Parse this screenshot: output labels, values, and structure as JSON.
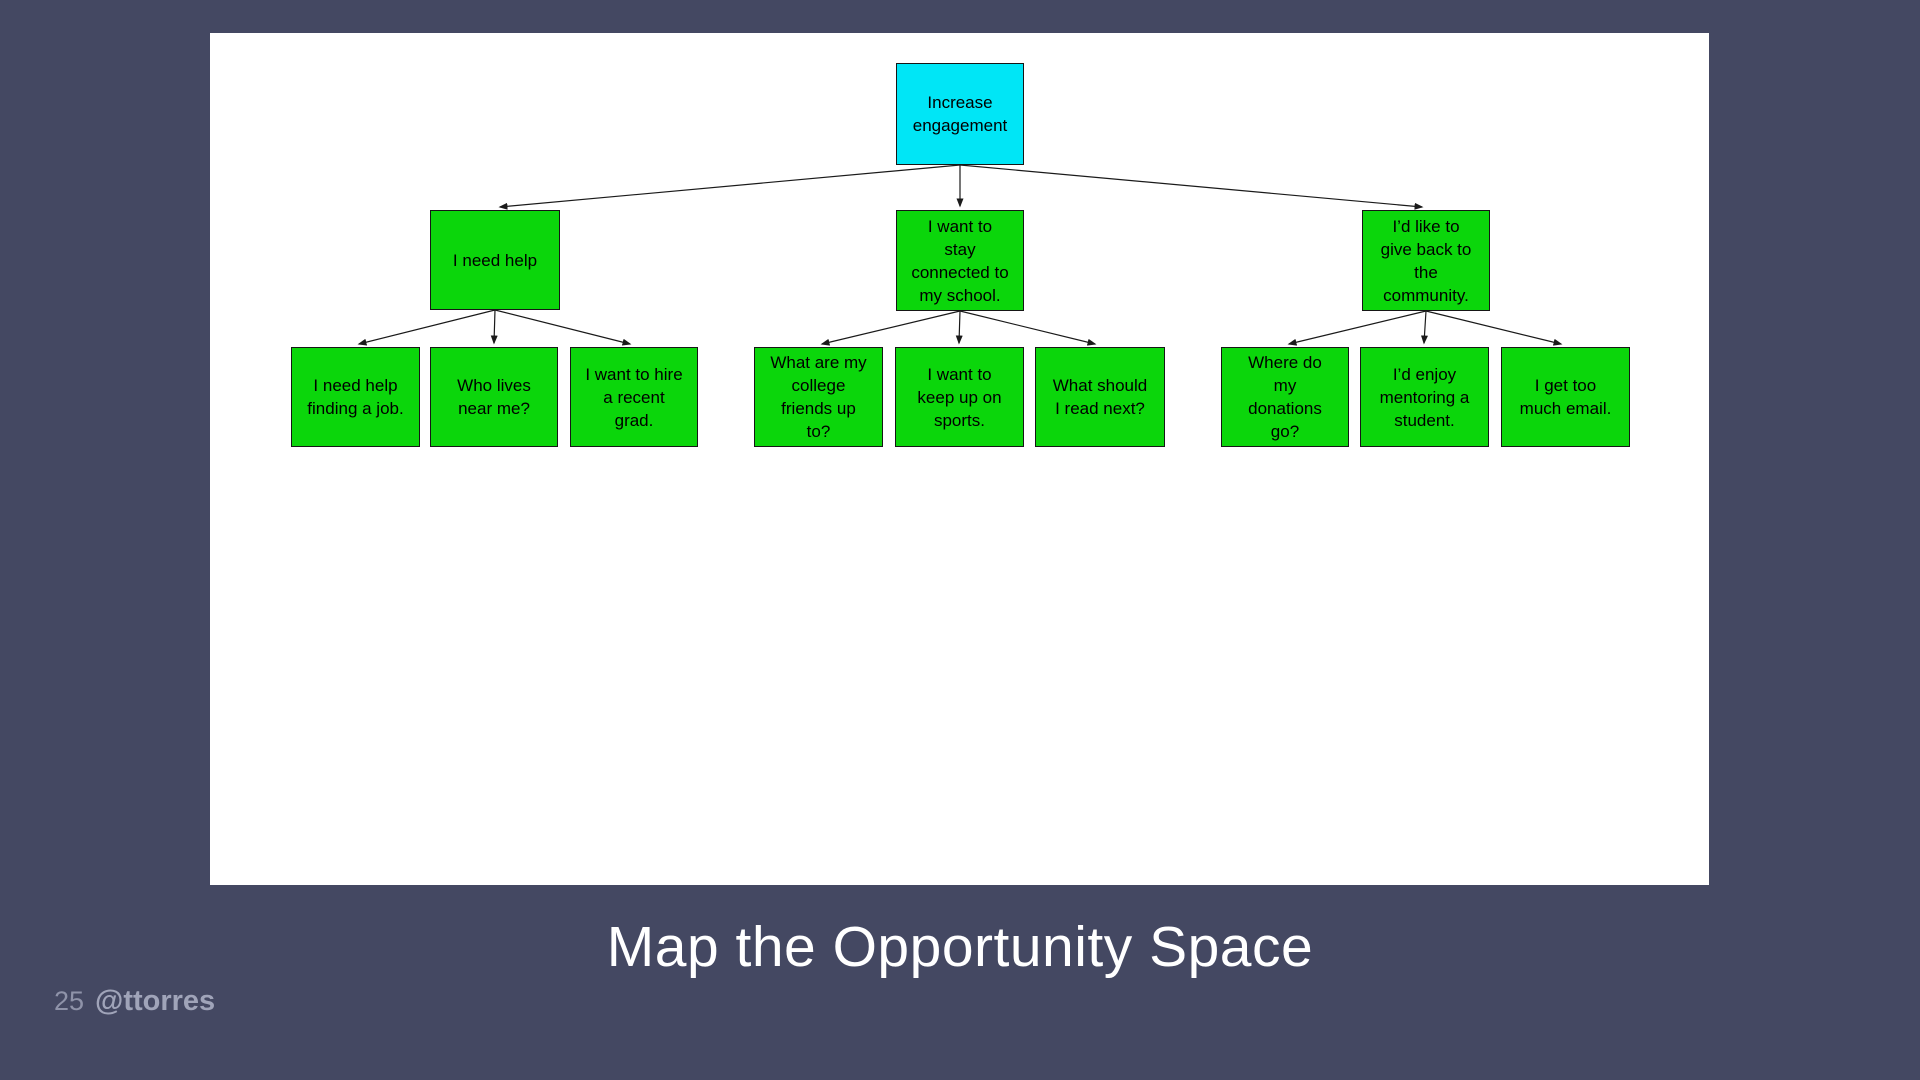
{
  "slide": {
    "title": "Map the Opportunity Space",
    "page_number": "25",
    "handle": "@ttorres",
    "colors": {
      "background": "#444862",
      "root_node": "#00e6f6",
      "opportunity_node": "#0bd60b",
      "node_border": "#161616",
      "node_text": "#000000",
      "connector": "#1a1a1a",
      "title_text": "#ffffff",
      "page_number_text": "#8f93a9",
      "handle_text": "#a0a4b9"
    }
  },
  "tree": {
    "root": {
      "label": "Increase\nengagement"
    },
    "level2": [
      {
        "label": "I need help"
      },
      {
        "label": "I want to\nstay\nconnected to\nmy school."
      },
      {
        "label": "I’d like to\ngive back to\nthe\ncommunity."
      }
    ],
    "level3": [
      {
        "label": "I need help\nfinding a job."
      },
      {
        "label": "Who lives\nnear me?"
      },
      {
        "label": "I want to hire\na recent\ngrad."
      },
      {
        "label": "What are my\ncollege\nfriends up\nto?"
      },
      {
        "label": "I want to\nkeep up on\nsports."
      },
      {
        "label": "What should\nI read next?"
      },
      {
        "label": "Where do\nmy\ndonations\ngo?"
      },
      {
        "label": "I’d enjoy\nmentoring a\nstudent."
      },
      {
        "label": "I get too\nmuch email."
      }
    ]
  }
}
